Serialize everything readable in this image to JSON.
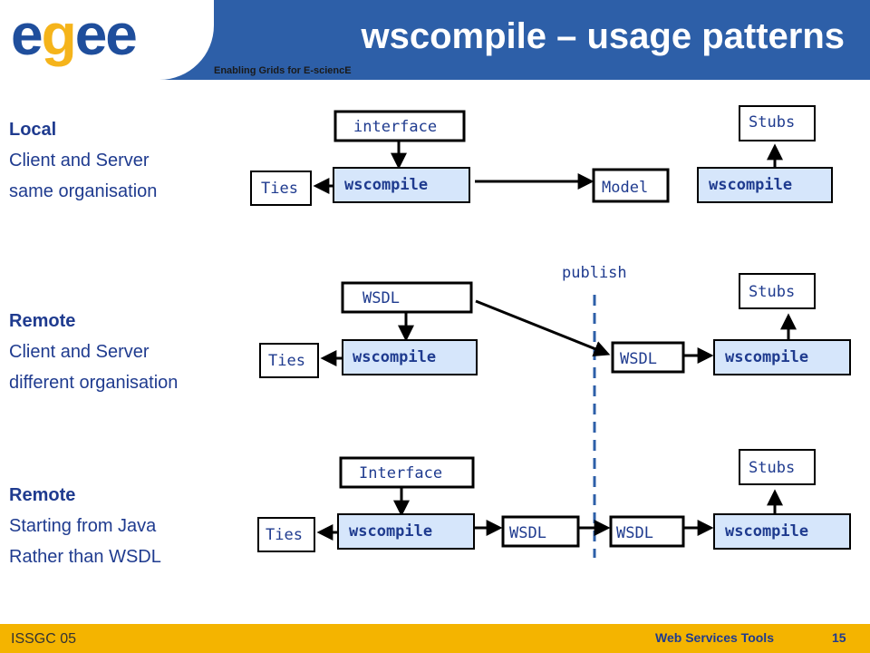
{
  "header": {
    "logo": "egee",
    "tagline": "Enabling Grids for E-sciencE",
    "title": "wscompile – usage patterns"
  },
  "sections": [
    {
      "heading": "Local",
      "lines": [
        "Client and Server",
        "same organisation"
      ]
    },
    {
      "heading": "Remote",
      "lines": [
        "Client and Server",
        "different organisation"
      ]
    },
    {
      "heading": "Remote",
      "lines": [
        "Starting from Java",
        "Rather than WSDL"
      ]
    }
  ],
  "diagram": {
    "row1": {
      "interface": "interface",
      "ties": "Ties",
      "wscompile_left": "wscompile",
      "model": "Model",
      "wscompile_right": "wscompile",
      "stubs": "Stubs"
    },
    "publish": "publish",
    "row2": {
      "wsdl_top": "WSDL",
      "ties": "Ties",
      "wscompile_left": "wscompile",
      "wsdl_right": "WSDL",
      "wscompile_right": "wscompile",
      "stubs": "Stubs"
    },
    "row3": {
      "interface": "Interface",
      "ties": "Ties",
      "wscompile_left": "wscompile",
      "wsdl_mid": "WSDL",
      "wsdl_right": "WSDL",
      "wscompile_right": "wscompile",
      "stubs": "Stubs"
    }
  },
  "footer": {
    "left": "ISSGC 05",
    "center": "Web Services Tools",
    "page": "15"
  },
  "colors": {
    "header": "#2d5fa8",
    "footer": "#f4b400",
    "box_fill": "#d6e6fb",
    "text": "#1f3b8f"
  }
}
